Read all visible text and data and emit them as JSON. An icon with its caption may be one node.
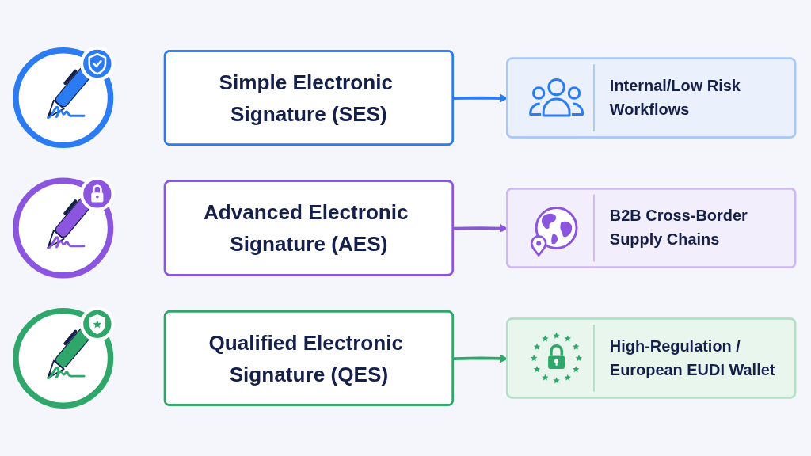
{
  "diagram": {
    "nodes": [
      {
        "text": [],
        "shape": "circle"
      },
      {
        "text": [
          "Simple Electronic Signature (SES)"
        ]
      },
      {
        "text": [
          "Internal/Low Risk Workflows"
        ]
      },
      {
        "text": [],
        "shape": "circle"
      },
      {
        "text": [
          "Advanced Electronic Signature (AES)"
        ]
      },
      {
        "text": [
          "B2B Cross-Border Supply Chains"
        ]
      },
      {
        "text": [],
        "shape": "circle"
      },
      {
        "text": [
          "Qualified Electronic Signature (QES)"
        ]
      },
      {
        "text": [
          "High-Regulation / European EUDI Wallet"
        ]
      }
    ],
    "edges": [
      {
        "from": 1,
        "to": 2,
        "arrow": "to",
        "color": "#2b7bf2"
      },
      {
        "from": 4,
        "to": 5,
        "arrow": "to",
        "color": "#8b55e0"
      },
      {
        "from": 7,
        "to": 8,
        "arrow": "to",
        "color": "#2fa66a"
      }
    ]
  }
}
